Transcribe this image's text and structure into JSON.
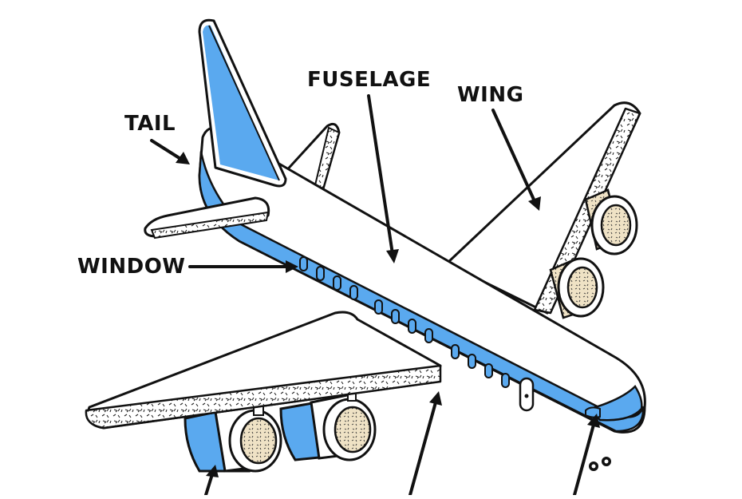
{
  "diagram": {
    "labels": {
      "tail": "TAIL",
      "fuselage": "FUSELAGE",
      "wing": "WING",
      "window": "WINDOW"
    },
    "colors": {
      "body": "#ffffff",
      "stripe": "#5aa9ef",
      "outline": "#111111",
      "engine_fan": "#efe2c5"
    }
  }
}
